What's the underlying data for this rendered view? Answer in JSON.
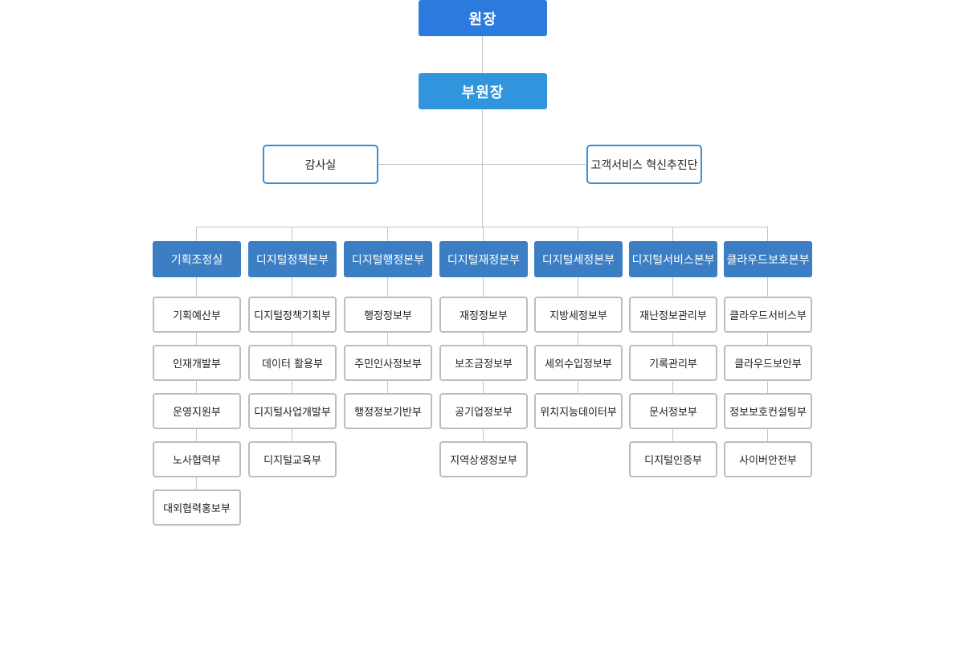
{
  "chart": {
    "director": "원장",
    "vice_director": "부원장",
    "side_offices": [
      "감사실",
      "고객서비스 혁신추진단"
    ],
    "headquarters": [
      {
        "name": "기획조정실",
        "departments": [
          "기획예산부",
          "인재개발부",
          "운영지원부",
          "노사협력부",
          "대외협력홍보부"
        ]
      },
      {
        "name": "디지털정책본부",
        "departments": [
          "디지털정책기획부",
          "데이터 활용부",
          "디지털사업개발부",
          "디지털교육부"
        ]
      },
      {
        "name": "디지털행정본부",
        "departments": [
          "행정정보부",
          "주민인사정보부",
          "행정정보기반부"
        ]
      },
      {
        "name": "디지털재정본부",
        "departments": [
          "재정정보부",
          "보조금정보부",
          "공기업정보부",
          "지역상생정보부"
        ]
      },
      {
        "name": "디지털세정본부",
        "departments": [
          "지방세정보부",
          "세외수입정보부",
          "위치지능데이터부"
        ]
      },
      {
        "name": "디지털서비스본부",
        "departments": [
          "재난정보관리부",
          "기록관리부",
          "문서정보부",
          "디지털인증부"
        ]
      },
      {
        "name": "클라우드보호본부",
        "departments": [
          "클라우드서비스부",
          "클라우드보안부",
          "정보보호컨설팅부",
          "사이버안전부"
        ]
      }
    ]
  }
}
